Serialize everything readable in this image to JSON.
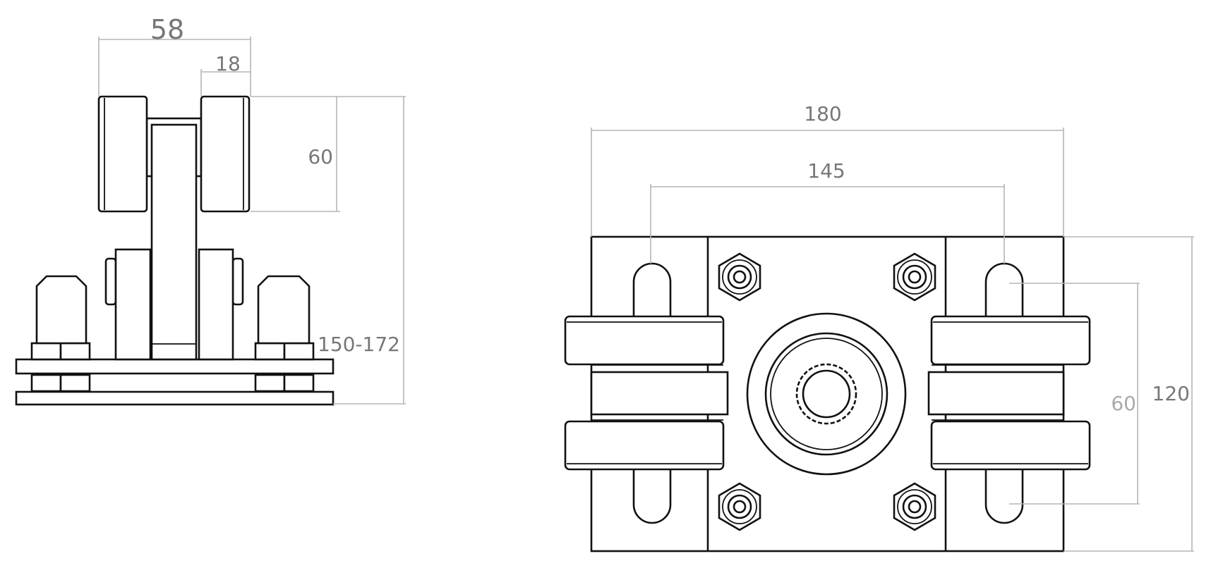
{
  "side_view": {
    "dim_overall_width": "58",
    "dim_wheel_width": "18",
    "dim_wheel_height": "60",
    "dim_total_height": "150-172"
  },
  "top_view": {
    "dim_overall_length": "180",
    "dim_slot_spacing": "145",
    "dim_slot_travel": "60",
    "dim_overall_depth": "120"
  },
  "colors": {
    "line": "#111111",
    "dimension": "#b5b5b5",
    "dimension_text": "#777777"
  }
}
